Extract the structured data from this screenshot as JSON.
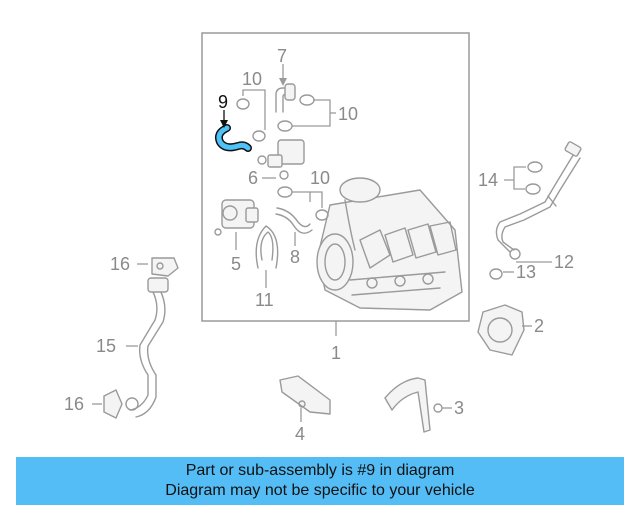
{
  "diagram": {
    "highlight_color": "#4fc3f7",
    "selected_part": "9",
    "callouts": {
      "c1": "1",
      "c2": "2",
      "c3": "3",
      "c4": "4",
      "c5": "5",
      "c6": "6",
      "c7": "7",
      "c8": "8",
      "c9": "9",
      "c10a": "10",
      "c10b": "10",
      "c10c": "10",
      "c11": "11",
      "c12": "12",
      "c13": "13",
      "c14": "14",
      "c15": "15",
      "c16a": "16",
      "c16b": "16"
    }
  },
  "caption": {
    "line1": "Part or sub-assembly is #9 in diagram",
    "line2": "Diagram may not be specific to your vehicle",
    "background": "#55bdf5"
  }
}
